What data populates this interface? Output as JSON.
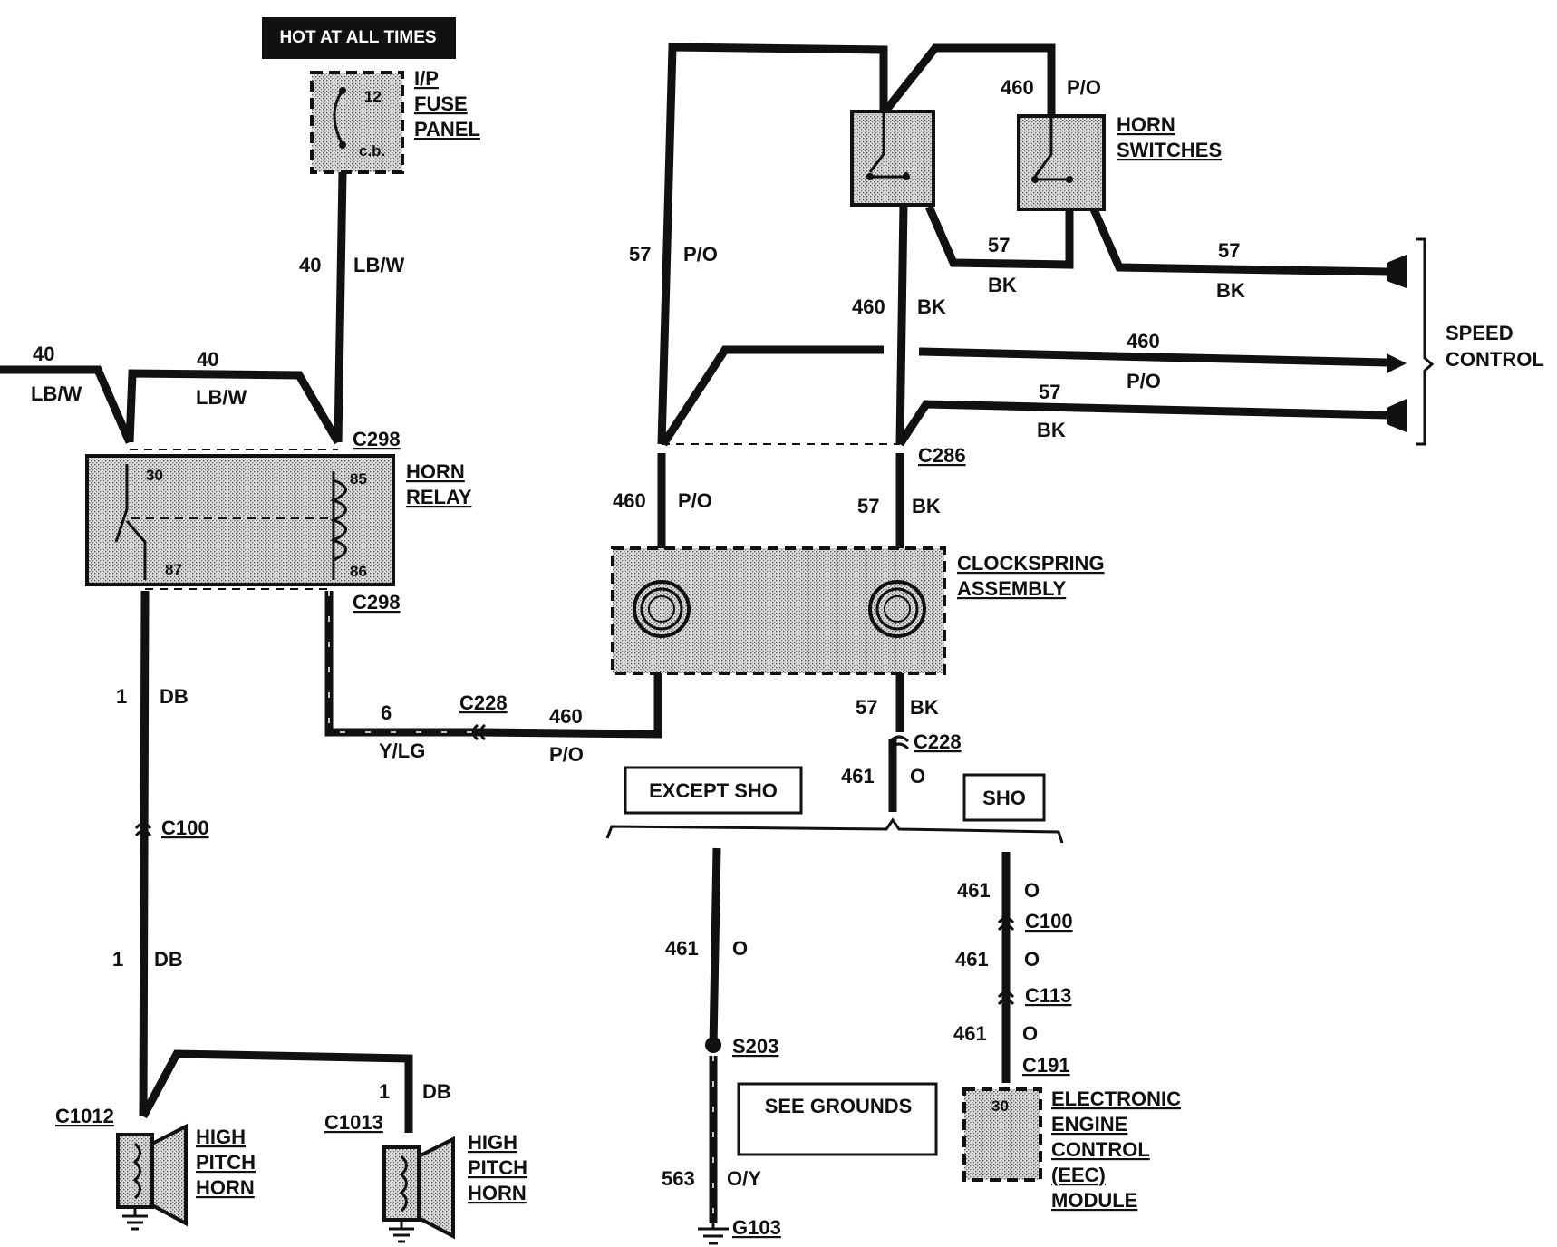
{
  "header": {
    "hot_label": "HOT AT ALL TIMES"
  },
  "fuse_panel": {
    "title_lines": [
      "I/P",
      "FUSE",
      "PANEL"
    ],
    "fuse_number": "12",
    "cb_label": "c.b."
  },
  "horn_relay": {
    "title_lines": [
      "HORN",
      "RELAY"
    ],
    "pins": [
      "30",
      "85",
      "86",
      "87"
    ]
  },
  "horn_switches": {
    "title_lines": [
      "HORN",
      "SWITCHES"
    ]
  },
  "speed_control": {
    "title_lines": [
      "SPEED",
      "CONTROL"
    ]
  },
  "clockspring": {
    "title_lines": [
      "CLOCKSPRING",
      "ASSEMBLY"
    ]
  },
  "eec_module": {
    "title_lines": [
      "ELECTRONIC",
      "ENGINE",
      "CONTROL",
      "(EEC)",
      "MODULE"
    ],
    "pin": "30"
  },
  "horns": {
    "left_lines": [
      "HIGH",
      "PITCH",
      "HORN"
    ],
    "right_lines": [
      "HIGH",
      "PITCH",
      "HORN"
    ]
  },
  "boxes": {
    "except_sho": "EXCEPT SHO",
    "sho": "SHO",
    "see_grounds": "SEE GROUNDS"
  },
  "connectors": {
    "c298_top": "C298",
    "c298_bottom": "C298",
    "c286": "C286",
    "c228_left": "C228",
    "c228_right": "C228",
    "c100_left": "C100",
    "c100_right": "C100",
    "c113": "C113",
    "c191": "C191",
    "c1012": "C1012",
    "c1013": "C1013",
    "s203": "S203",
    "g103": "G103"
  },
  "wires": {
    "w40_fuse": {
      "num": "40",
      "color": "LB/W"
    },
    "w40_left": {
      "num": "40",
      "color": "LB/W"
    },
    "w40_mid": {
      "num": "40",
      "color": "LB/W"
    },
    "w57_po": {
      "num": "57",
      "color": "P/O"
    },
    "w460_po_top": {
      "num": "460",
      "color": "P/O"
    },
    "w57_bk_sw": {
      "num": "57",
      "color": "BK"
    },
    "w57_bk_right": {
      "num": "57",
      "color": "BK"
    },
    "w460_bk": {
      "num": "460",
      "color": "BK"
    },
    "w460_po_speed": {
      "num": "460",
      "color": "P/O"
    },
    "w57_bk_speed": {
      "num": "57",
      "color": "BK"
    },
    "w460_po_cs": {
      "num": "460",
      "color": "P/O"
    },
    "w57_bk_cs": {
      "num": "57",
      "color": "BK"
    },
    "w1_db_upper": {
      "num": "1",
      "color": "DB"
    },
    "w1_db_lower": {
      "num": "1",
      "color": "DB"
    },
    "w1_db_horn": {
      "num": "1",
      "color": "DB"
    },
    "w6_ylg": {
      "num": "6",
      "color": "Y/LG"
    },
    "w460_po_bottom": {
      "num": "460",
      "color": "P/O"
    },
    "w57_bk_bottom": {
      "num": "57",
      "color": "BK"
    },
    "w461_o_top": {
      "num": "461",
      "color": "O"
    },
    "w461_o_except": {
      "num": "461",
      "color": "O"
    },
    "w563_oy": {
      "num": "563",
      "color": "O/Y"
    },
    "w461_o_sho1": {
      "num": "461",
      "color": "O"
    },
    "w461_o_sho2": {
      "num": "461",
      "color": "O"
    },
    "w461_o_sho3": {
      "num": "461",
      "color": "O"
    }
  }
}
